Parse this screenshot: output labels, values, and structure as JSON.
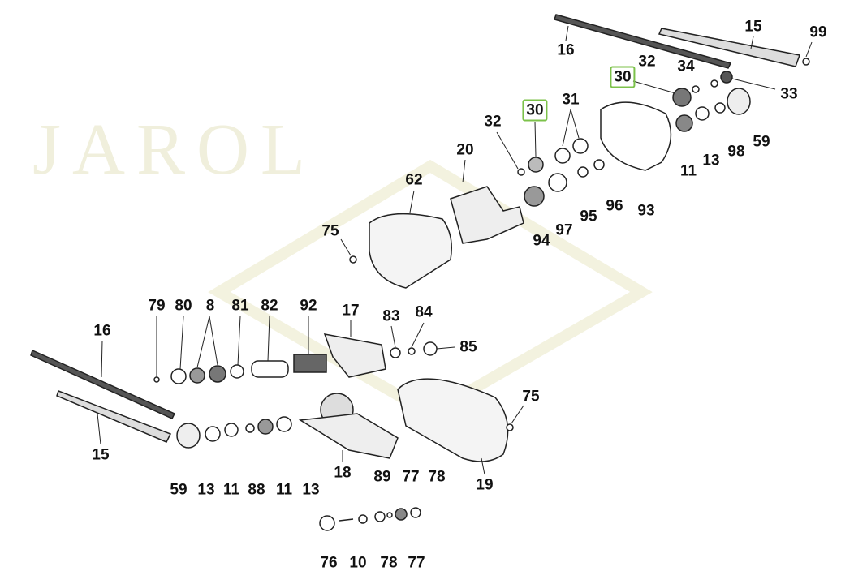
{
  "diagram": {
    "watermark": "JAROL",
    "callouts": [
      "16",
      "15",
      "99",
      "32",
      "34",
      "30",
      "33",
      "31",
      "30",
      "32",
      "20",
      "62",
      "11",
      "13",
      "98",
      "59",
      "93",
      "96",
      "95",
      "97",
      "94",
      "75",
      "79",
      "80",
      "8",
      "81",
      "82",
      "92",
      "17",
      "83",
      "84",
      "85",
      "16",
      "75",
      "15",
      "18",
      "19",
      "59",
      "13",
      "11",
      "88",
      "11",
      "13",
      "89",
      "77",
      "78",
      "76",
      "10",
      "78",
      "77"
    ],
    "highlight_color": "#7cc24a"
  }
}
